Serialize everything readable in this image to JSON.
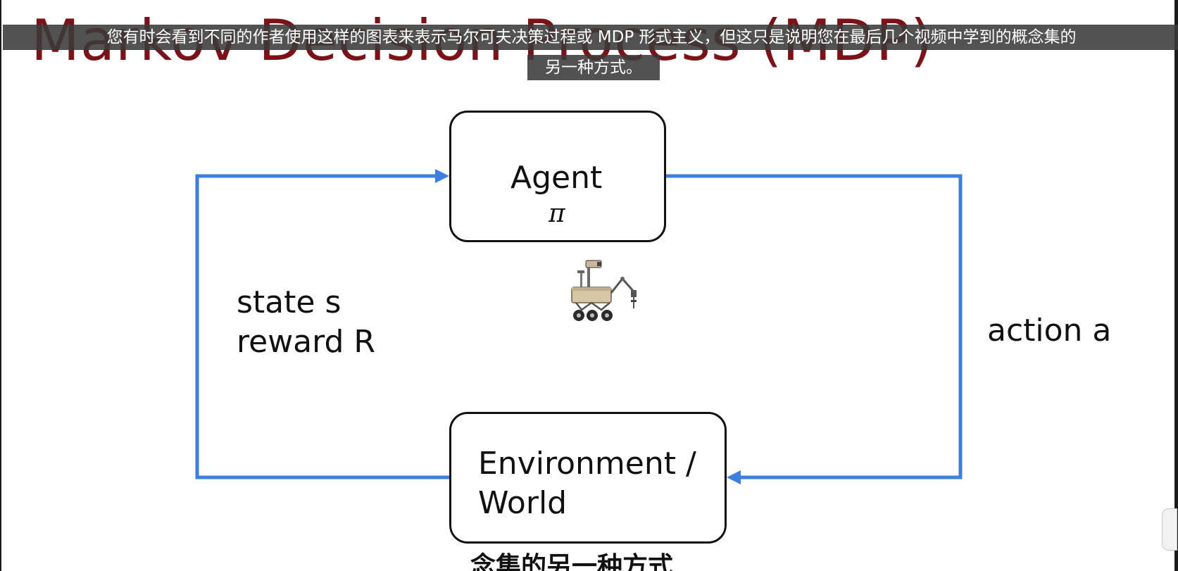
{
  "slide": {
    "title": "Markov Decision Process (MDP)"
  },
  "captions": {
    "line_1": "您有时会看到不同的作者使用这样的图表来表示马尔可夫决策过程或 MDP 形式主义，但这只是说明您在最后几个视频中学到的概念集的",
    "line_2": "另一种方式。",
    "bottom_partial": "念集的另一种方式"
  },
  "diagram": {
    "agent": {
      "label": "Agent",
      "symbol": "π"
    },
    "environment": {
      "label_line_1": "Environment /",
      "label_line_2": "World"
    },
    "left_edge": {
      "line_1": "state s",
      "line_2": "reward R"
    },
    "right_edge": {
      "label": "action a"
    },
    "robot_icon": "mars-rover-icon",
    "arrow_color": "#3c7fe0"
  },
  "colors": {
    "title": "#7a1218",
    "caption_bg": "#3a3a3a",
    "arrow": "#3c7fe0"
  }
}
